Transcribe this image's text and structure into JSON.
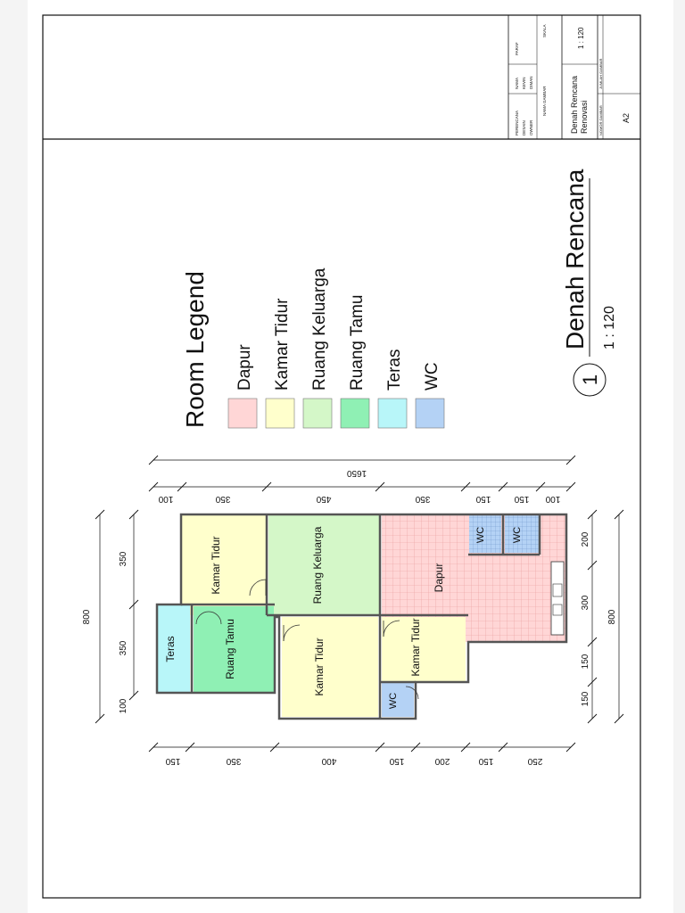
{
  "title_block": {
    "perencana_label": "PERENCANA",
    "desain_label": "DESAIN",
    "owner_label": "OWNER",
    "nama_header": "NAMA",
    "paraf_header": "PARAF",
    "desain_name": "KEVIN",
    "owner_name": "DIMAN",
    "nama_gambar_label": "NAMA GAMBAR",
    "skala_label": "SKALA",
    "drawing_name_line1": "Denah Rencana",
    "drawing_name_line2": "Renovasi",
    "scale_value": "1 : 120",
    "nomor_gambar_label": "NOMOR GAMBAR",
    "jumlah_gambar_label": "JUMLAH GAMBAR",
    "sheet_number": "A2"
  },
  "drawing_title": {
    "number": "1",
    "title": "Denah Rencana",
    "scale": "1 : 120"
  },
  "legend": {
    "title": "Room Legend",
    "items": [
      {
        "label": "Dapur",
        "color": "#ffd6d6"
      },
      {
        "label": "Kamar Tidur",
        "color": "#ffffcc"
      },
      {
        "label": "Ruang Keluarga",
        "color": "#d4f7c8"
      },
      {
        "label": "Ruang Tamu",
        "color": "#8ff0b4"
      },
      {
        "label": "Teras",
        "color": "#b8f6f9"
      },
      {
        "label": "WC",
        "color": "#b4d2f5"
      }
    ]
  },
  "rooms": {
    "kamar_tidur_1": "Kamar Tidur",
    "ruang_keluarga": "Ruang Keluarga",
    "dapur": "Dapur",
    "wc_1": "WC",
    "wc_2": "WC",
    "teras": "Teras",
    "ruang_tamu": "Ruang Tamu",
    "kamar_tidur_2": "Kamar Tidur",
    "kamar_tidur_3": "Kamar Tidur",
    "wc_3": "WC"
  },
  "dimensions": {
    "top_total": "1650",
    "top_segments": [
      "100",
      "350",
      "450",
      "350",
      "150",
      "150",
      "100"
    ],
    "left_total": "800",
    "left_segments": [
      "350",
      "350",
      "100"
    ],
    "right_total": "800",
    "right_segments": [
      "200",
      "300",
      "150",
      "150"
    ],
    "bottom_segments": [
      "150",
      "350",
      "400",
      "150",
      "200",
      "150",
      "250"
    ]
  }
}
